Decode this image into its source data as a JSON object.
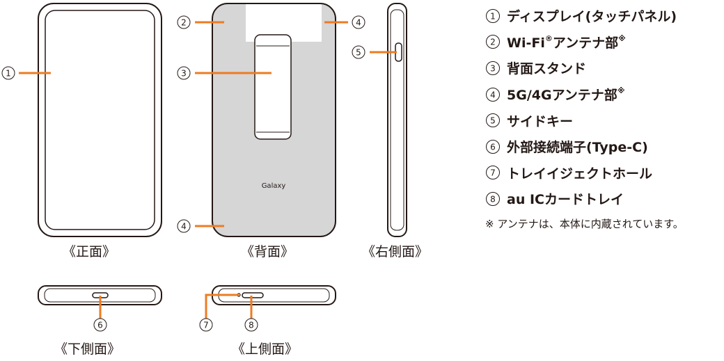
{
  "views": {
    "front": "《正面》",
    "back": "《背面》",
    "right": "《右側面》",
    "bottom": "《下側面》",
    "top": "《上側面》"
  },
  "brand_text": "Galaxy",
  "colors": {
    "callout": "#ee7b22",
    "antenna": "#d6d6d6",
    "outline": "#231815"
  },
  "legend": [
    {
      "num": "1",
      "label": "ディスプレイ(タッチパネル)",
      "mark": ""
    },
    {
      "num": "2",
      "label": "Wi-Fi",
      "reg": "®",
      "label2": "アンテナ部",
      "mark": "※"
    },
    {
      "num": "3",
      "label": "背面スタンド",
      "mark": ""
    },
    {
      "num": "4",
      "label": "5G/4Gアンテナ部",
      "mark": "※"
    },
    {
      "num": "5",
      "label": "サイドキー",
      "mark": ""
    },
    {
      "num": "6",
      "label": "外部接続端子(Type-C)",
      "mark": ""
    },
    {
      "num": "7",
      "label": "トレイイジェクトホール",
      "mark": ""
    },
    {
      "num": "8",
      "label": "au ICカードトレイ",
      "mark": ""
    }
  ],
  "note": "※ アンテナは、本体に内蔵されています。"
}
